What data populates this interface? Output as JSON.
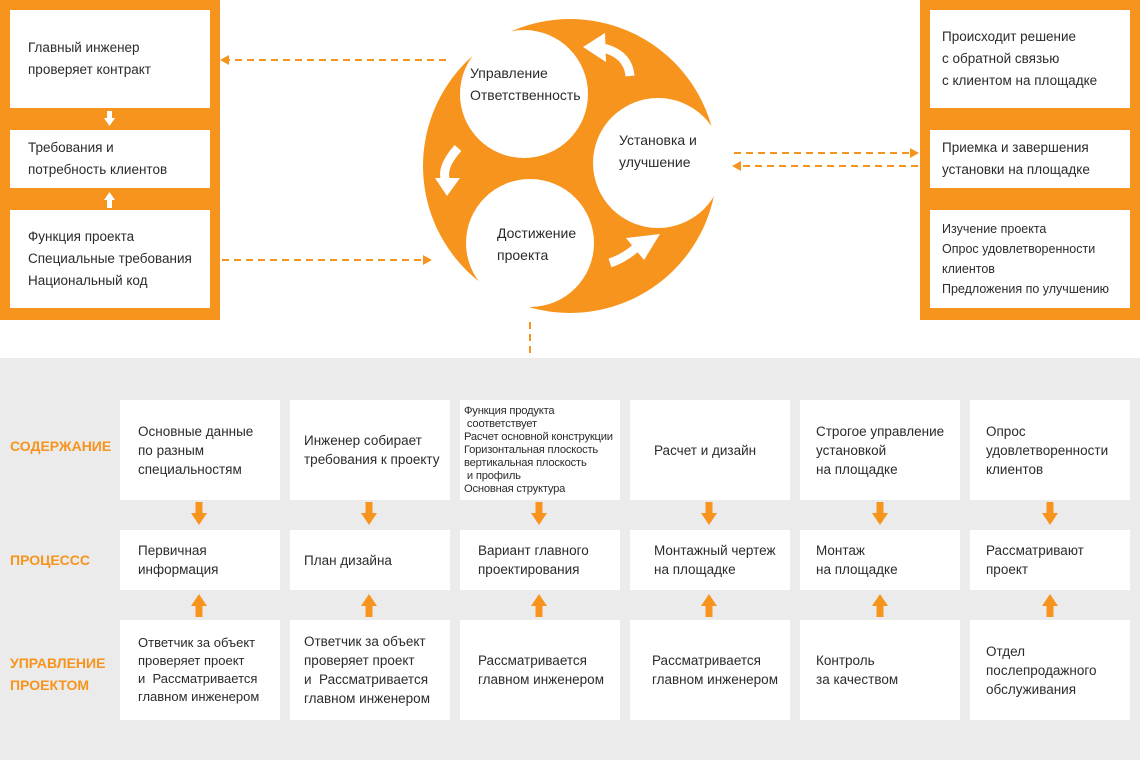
{
  "left_boxes": [
    {
      "lines": [
        "Главный инженер",
        "проверяет контракт"
      ]
    },
    {
      "lines": [
        "Требования и",
        "потребность клиентов"
      ]
    },
    {
      "lines": [
        "Функция проекта",
        "Специальные требования",
        "Национальный код"
      ]
    }
  ],
  "right_boxes": [
    {
      "lines": [
        "Происходит решение",
        "с обратной связью",
        "с клиентом на площадке"
      ]
    },
    {
      "lines": [
        "Приемка и завершения",
        "установки на площадке"
      ]
    },
    {
      "lines": [
        "Изучение проекта",
        "Опрос удовлетворенности",
        "клиентов",
        "Предложения по улучшению"
      ]
    }
  ],
  "cycle": [
    {
      "lines": [
        "Управление",
        "Ответственность"
      ]
    },
    {
      "lines": [
        "Установка и",
        "улучшение"
      ]
    },
    {
      "lines": [
        "Достижение",
        "проекта"
      ]
    }
  ],
  "row_labels": [
    {
      "lines": [
        "СОДЕРЖАНИЕ"
      ]
    },
    {
      "lines": [
        "ПРОЦЕССС"
      ]
    },
    {
      "lines": [
        "УПРАВЛЕНИЕ",
        "ПРОЕКТОМ"
      ]
    }
  ],
  "content_row": [
    {
      "lines": [
        "Основные данные",
        "по разным",
        "специальностям"
      ]
    },
    {
      "lines": [
        "Инженер собирает",
        "требования к проекту"
      ]
    },
    {
      "lines": [
        "Функция продукта",
        " соответствует",
        "Расчет основной конструкции",
        "Горизонтальная плоскость",
        "вертикальная плоскость",
        " и профиль",
        "Основная структура"
      ]
    },
    {
      "lines": [
        "Расчет и дизайн"
      ]
    },
    {
      "lines": [
        "Строгое управление",
        "установкой",
        "на площадке"
      ]
    },
    {
      "lines": [
        "Опрос",
        "удовлетворенности",
        "клиентов"
      ]
    }
  ],
  "process_row": [
    {
      "lines": [
        "Первичная",
        "информация"
      ]
    },
    {
      "lines": [
        "План дизайна"
      ]
    },
    {
      "lines": [
        "Вариант главного",
        "проектирования"
      ]
    },
    {
      "lines": [
        "Монтажный чертеж",
        "на площадке"
      ]
    },
    {
      "lines": [
        "Монтаж",
        "на площадке"
      ]
    },
    {
      "lines": [
        "Рассматривают",
        "проект"
      ]
    }
  ],
  "management_row": [
    {
      "lines": [
        "Ответчик за объект",
        "проверяет проект",
        "и  Рассматривается",
        "главном инженером"
      ]
    },
    {
      "lines": [
        "Ответчик за объект",
        "проверяет проект",
        "и  Рассматривается",
        "главном инженером"
      ]
    },
    {
      "lines": [
        "Рассматривается",
        "главном инженером"
      ]
    },
    {
      "lines": [
        "Рассматривается",
        "главном инженером"
      ]
    },
    {
      "lines": [
        "Контроль",
        "за качеством"
      ]
    },
    {
      "lines": [
        "Отдел",
        "послепродажного",
        "обслуживания"
      ]
    }
  ],
  "colors": {
    "accent": "#f7941d",
    "background_gray": "#ebebeb",
    "box": "#ffffff"
  }
}
